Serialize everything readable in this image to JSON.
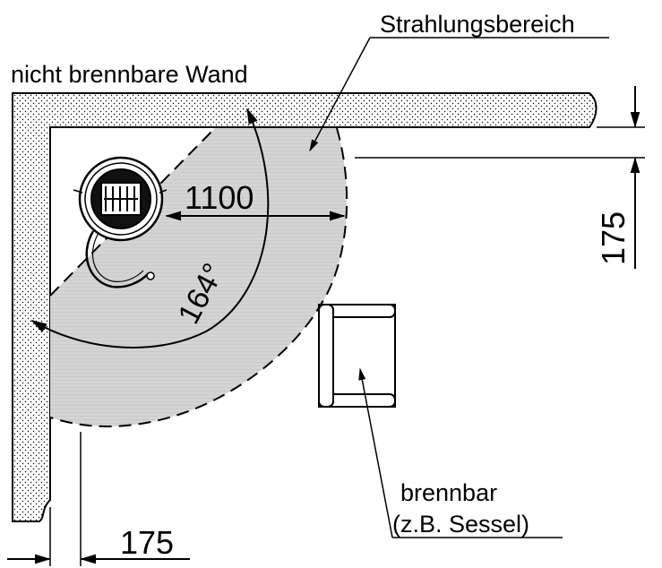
{
  "labels": {
    "radiation_zone": "Strahlungsbereich",
    "wall": "nicht brennbare Wand",
    "radius": "1100",
    "angle": "164°",
    "distance_right": "175",
    "distance_bottom": "175",
    "flammable": "brennbar",
    "flammable_example": "(z.B. Sessel)"
  },
  "colors": {
    "wall_fill": "#ffffff",
    "radiation_fill": "#d0d0d0",
    "line": "#000000"
  }
}
